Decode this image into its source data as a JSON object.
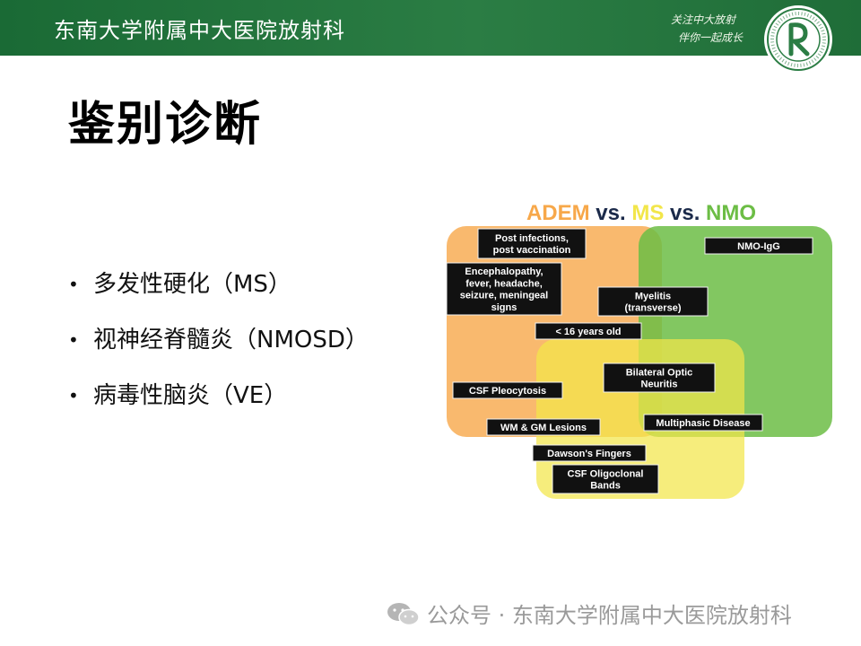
{
  "header": {
    "title": "东南大学附属中大医院放射科",
    "slogan_line1": "关注中大放射",
    "slogan_line2": "伴你一起成长"
  },
  "slide": {
    "title": "鉴别诊断",
    "bullets": [
      "多发性硬化（MS）",
      "视神经脊髓炎（NMOSD）",
      "病毒性脑炎（VE）"
    ]
  },
  "figure": {
    "title_parts": [
      "ADEM",
      " vs. ",
      "MS",
      " vs. ",
      "NMO"
    ],
    "colors": {
      "adem": "#f7a84a",
      "ms": "#f2e64a",
      "nmo": "#6cbd45",
      "box": "#111111"
    },
    "labels": {
      "post_infection": [
        "Post infections,",
        "post vaccination"
      ],
      "encephalopathy": [
        "Encephalopathy,",
        "fever, headache,",
        "seizure, meningeal",
        "signs"
      ],
      "nmo_igg": [
        "NMO-IgG"
      ],
      "myelitis": [
        "Myelitis",
        "(transverse)"
      ],
      "age": [
        "< 16 years old"
      ],
      "optic": [
        "Bilateral Optic",
        "Neuritis"
      ],
      "csf_pleo": [
        "CSF Pleocytosis"
      ],
      "multiphasic": [
        "Multiphasic Disease"
      ],
      "wm_gm": [
        "WM & GM Lesions"
      ],
      "dawson": [
        "Dawson's Fingers"
      ],
      "oligoclonal": [
        "CSF Oligoclonal",
        "Bands"
      ]
    }
  },
  "footer": {
    "text": "公众号 · 东南大学附属中大医院放射科",
    "icon": "wechat-icon"
  }
}
